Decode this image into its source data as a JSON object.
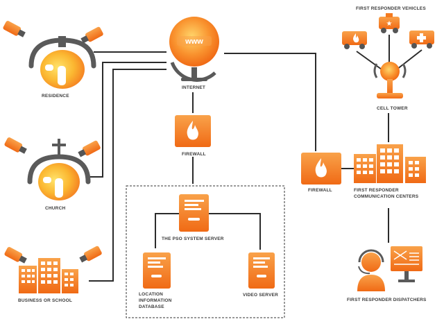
{
  "labels": {
    "residence": "RESIDENCE",
    "church": "CHURCH",
    "business": "BUSINESS OR SCHOOL",
    "internet": "INTERNET",
    "firewall_left": "FIREWALL",
    "firewall_right": "FIREWALL",
    "pso_server": "THE PSO SYSTEM SERVER",
    "location_db_1": "LOCATION",
    "location_db_2": "INFORMATION",
    "location_db_3": "DATABASE",
    "video_server": "VIDEO SERVER",
    "vehicles": "FIRST RESPONDER VEHICLES",
    "cell_tower": "CELL TOWER",
    "comm_centers_1": "FIRST RESPONDER",
    "comm_centers_2": "COMMUNICATION CENTERS",
    "dispatchers": "FIRST RESPONDER DISPATCHERS",
    "www": "www"
  },
  "colors": {
    "orange": "#f47b20",
    "orange_light": "#f9a24a",
    "yellow": "#ffd23f",
    "grey": "#5a5a5a",
    "line": "#2b2b2b"
  }
}
